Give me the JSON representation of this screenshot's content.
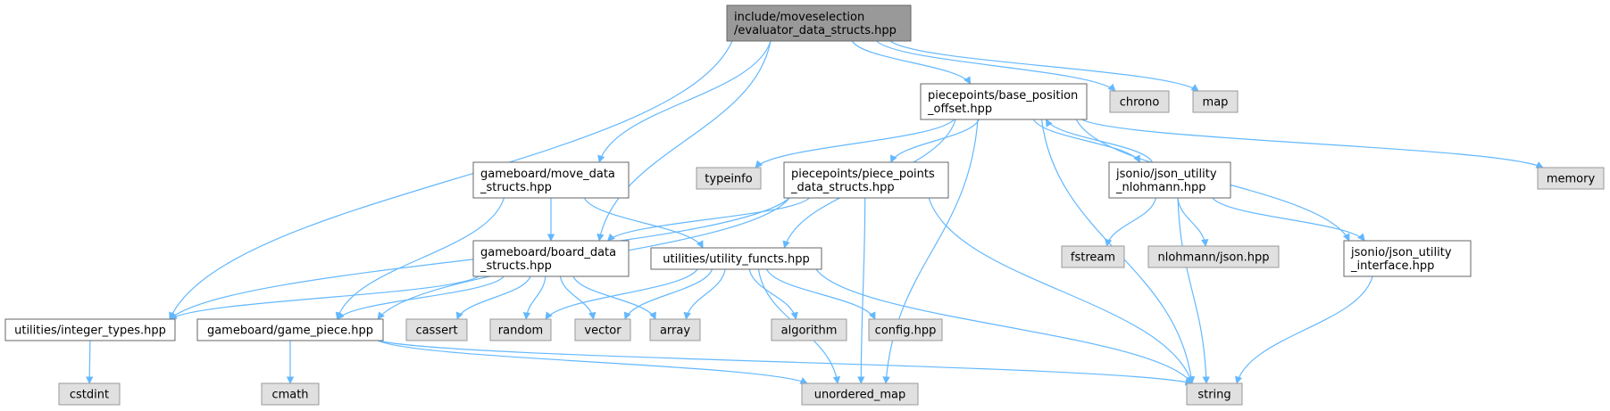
{
  "graph": {
    "title_line1": "include/moveselection",
    "title_line2": "/evaluator_data_structs.hpp",
    "nodes": {
      "eval": {
        "lines": [
          "include/moveselection",
          "/evaluator_data_structs.hpp"
        ],
        "kind": "focus"
      },
      "base": {
        "lines": [
          "piecepoints/base_position",
          "_offset.hpp"
        ],
        "kind": "file"
      },
      "chrono": {
        "lines": [
          "chrono"
        ],
        "kind": "ext"
      },
      "map": {
        "lines": [
          "map"
        ],
        "kind": "ext"
      },
      "move": {
        "lines": [
          "gameboard/move_data",
          "_structs.hpp"
        ],
        "kind": "file"
      },
      "typeinfo": {
        "lines": [
          "typeinfo"
        ],
        "kind": "ext"
      },
      "ppds": {
        "lines": [
          "piecepoints/piece_points",
          "_data_structs.hpp"
        ],
        "kind": "file"
      },
      "jsonn": {
        "lines": [
          "jsonio/json_utility",
          "_nlohmann.hpp"
        ],
        "kind": "file"
      },
      "memory": {
        "lines": [
          "memory"
        ],
        "kind": "ext"
      },
      "board": {
        "lines": [
          "gameboard/board_data",
          "_structs.hpp"
        ],
        "kind": "file"
      },
      "util": {
        "lines": [
          "utilities/utility_functs.hpp"
        ],
        "kind": "file"
      },
      "fstream": {
        "lines": [
          "fstream"
        ],
        "kind": "ext"
      },
      "nljson": {
        "lines": [
          "nlohmann/json.hpp"
        ],
        "kind": "ext"
      },
      "jsoni": {
        "lines": [
          "jsonio/json_utility",
          "_interface.hpp"
        ],
        "kind": "file"
      },
      "inttypes": {
        "lines": [
          "utilities/integer_types.hpp"
        ],
        "kind": "file"
      },
      "gpiece": {
        "lines": [
          "gameboard/game_piece.hpp"
        ],
        "kind": "file"
      },
      "cassert": {
        "lines": [
          "cassert"
        ],
        "kind": "ext"
      },
      "random": {
        "lines": [
          "random"
        ],
        "kind": "ext"
      },
      "vector": {
        "lines": [
          "vector"
        ],
        "kind": "ext"
      },
      "array": {
        "lines": [
          "array"
        ],
        "kind": "ext"
      },
      "algorithm": {
        "lines": [
          "algorithm"
        ],
        "kind": "ext"
      },
      "config": {
        "lines": [
          "config.hpp"
        ],
        "kind": "ext"
      },
      "cstdint": {
        "lines": [
          "cstdint"
        ],
        "kind": "ext"
      },
      "cmath": {
        "lines": [
          "cmath"
        ],
        "kind": "ext"
      },
      "umap": {
        "lines": [
          "unordered_map"
        ],
        "kind": "ext"
      },
      "string": {
        "lines": [
          "string"
        ],
        "kind": "ext"
      }
    },
    "edges": [
      [
        "eval",
        "base"
      ],
      [
        "eval",
        "chrono"
      ],
      [
        "eval",
        "map"
      ],
      [
        "eval",
        "move"
      ],
      [
        "eval",
        "board"
      ],
      [
        "eval",
        "inttypes"
      ],
      [
        "base",
        "typeinfo"
      ],
      [
        "base",
        "ppds"
      ],
      [
        "base",
        "jsonn"
      ],
      [
        "base",
        "memory"
      ],
      [
        "base",
        "util"
      ],
      [
        "base",
        "jsoni"
      ],
      [
        "base",
        "umap"
      ],
      [
        "base",
        "string"
      ],
      [
        "jsonn",
        "base"
      ],
      [
        "jsonn",
        "fstream"
      ],
      [
        "jsonn",
        "nljson"
      ],
      [
        "jsonn",
        "jsoni"
      ],
      [
        "jsonn",
        "string"
      ],
      [
        "jsoni",
        "string"
      ],
      [
        "move",
        "board"
      ],
      [
        "move",
        "util"
      ],
      [
        "move",
        "gpiece"
      ],
      [
        "ppds",
        "board"
      ],
      [
        "ppds",
        "gpiece"
      ],
      [
        "ppds",
        "inttypes"
      ],
      [
        "ppds",
        "umap"
      ],
      [
        "ppds",
        "string"
      ],
      [
        "board",
        "inttypes"
      ],
      [
        "board",
        "gpiece"
      ],
      [
        "board",
        "cassert"
      ],
      [
        "board",
        "random"
      ],
      [
        "board",
        "vector"
      ],
      [
        "board",
        "array"
      ],
      [
        "util",
        "random"
      ],
      [
        "util",
        "vector"
      ],
      [
        "util",
        "array"
      ],
      [
        "util",
        "algorithm"
      ],
      [
        "util",
        "config"
      ],
      [
        "util",
        "umap"
      ],
      [
        "util",
        "string"
      ],
      [
        "inttypes",
        "cstdint"
      ],
      [
        "gpiece",
        "cmath"
      ],
      [
        "gpiece",
        "umap"
      ],
      [
        "gpiece",
        "string"
      ]
    ],
    "colors": {
      "edge": "#63b8ff",
      "focus_fill": "#999999",
      "file_fill": "#ffffff",
      "ext_fill": "#e0e0e0"
    }
  }
}
